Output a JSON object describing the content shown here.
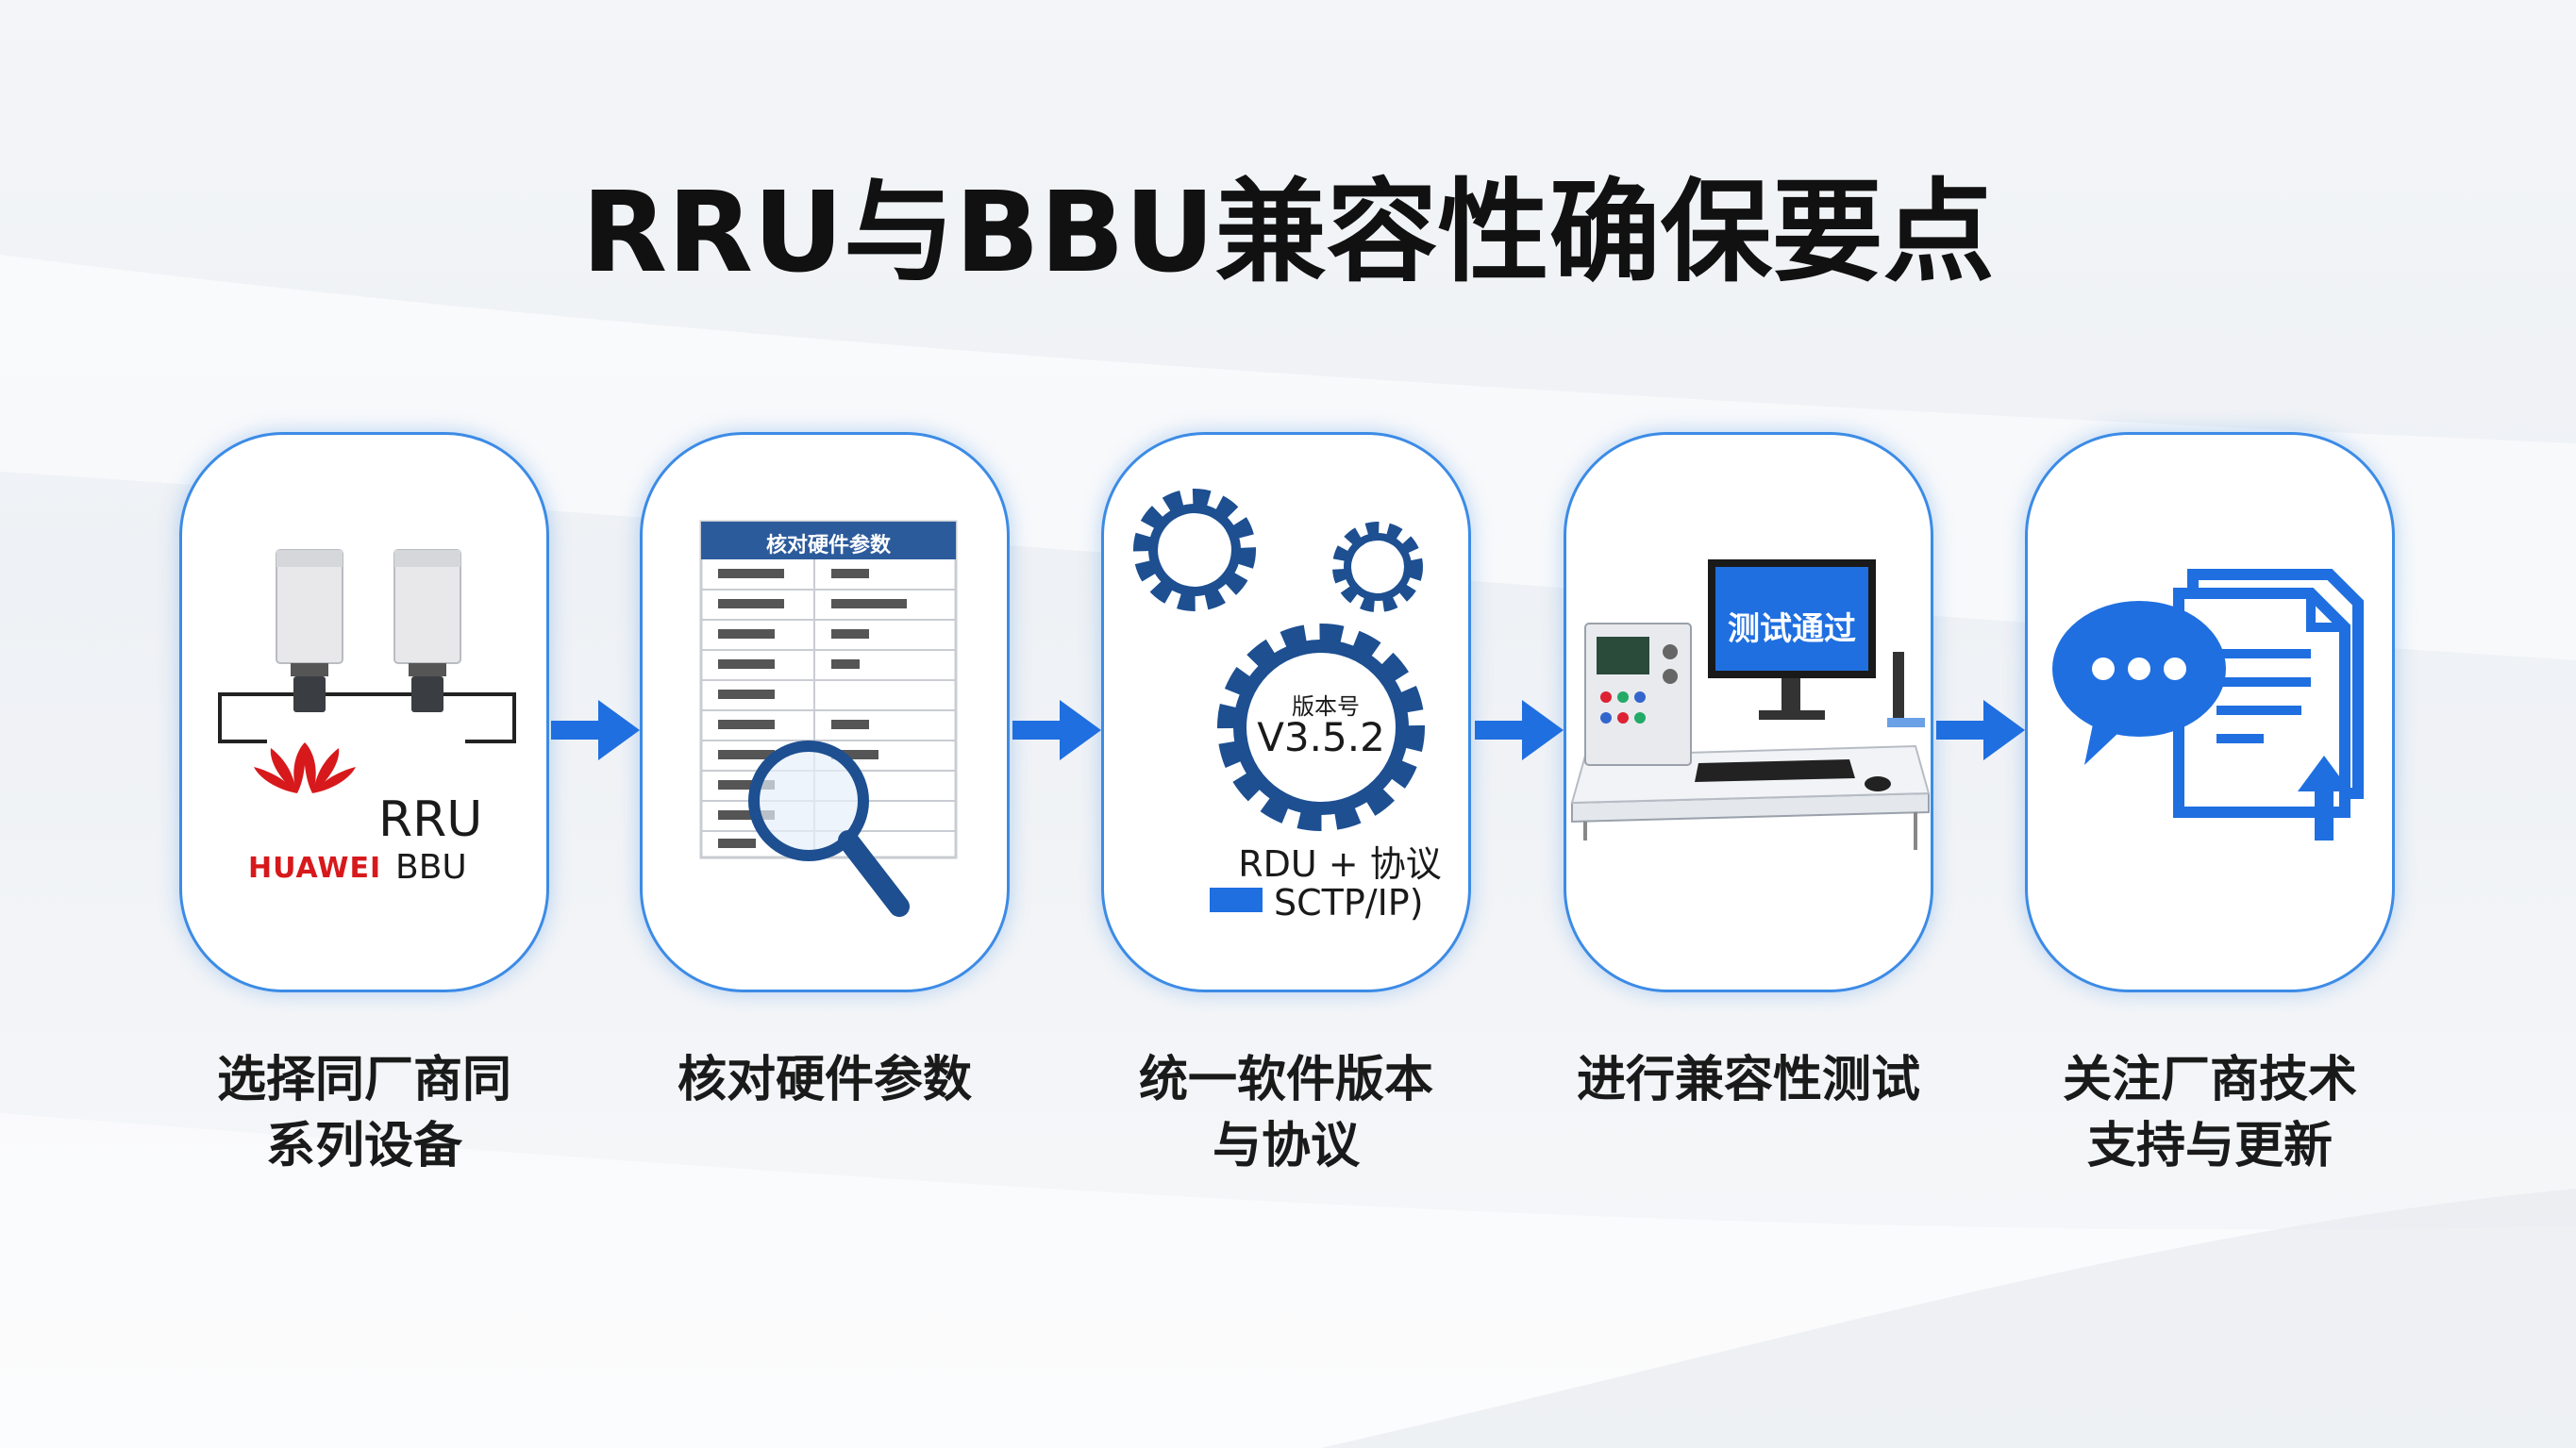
{
  "title": "RRU与BBU兼容性确保要点",
  "colors": {
    "accent": "#1f6fe0",
    "navy": "#1d4f91",
    "huawei_red": "#d7191c"
  },
  "steps": [
    {
      "caption_line1": "选择同厂商同",
      "caption_line2": "系列设备",
      "icon": "rru-bbu-devices-icon",
      "brand": "HUAWEI",
      "rru_label": "RRU",
      "bbu_label": "BBU"
    },
    {
      "caption_line1": "核对硬件参数",
      "caption_line2": "",
      "icon": "parameter-sheet-magnifier-icon",
      "sheet_title": "核对硬件参数"
    },
    {
      "caption_line1": "统一软件版本",
      "caption_line2": "与协议",
      "icon": "gears-icon",
      "version_label": "版本号",
      "version": "V3.5.2",
      "protocol_line": "RDU + 协议",
      "protocol_legend": "SCTP/IP)"
    },
    {
      "caption_line1": "进行兼容性测试",
      "caption_line2": "",
      "icon": "test-bench-icon",
      "screen_text": "测试通过"
    },
    {
      "caption_line1": "关注厂商技术",
      "caption_line2": "支持与更新",
      "icon": "chat-document-update-icon"
    }
  ]
}
